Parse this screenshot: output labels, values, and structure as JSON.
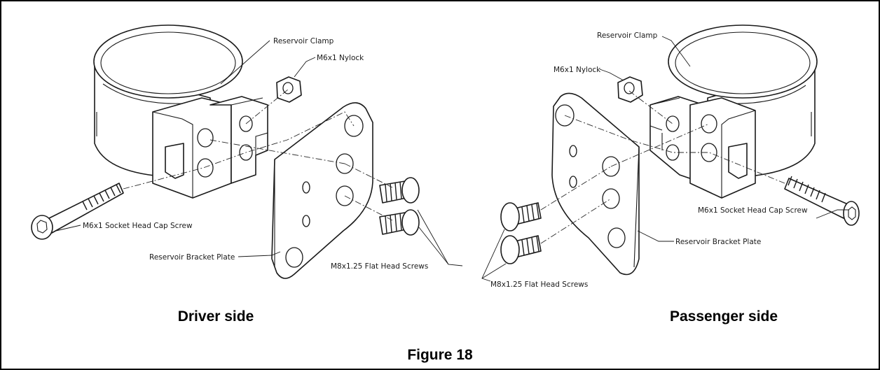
{
  "figure": {
    "caption": "Figure 18",
    "views": [
      {
        "caption": "Driver side",
        "labels": {
          "clamp": "Reservoir Clamp",
          "nut": "M6x1 Nylock",
          "cap_screw": "M6x1 Socket Head Cap Screw",
          "plate": "Reservoir Bracket Plate",
          "flat_screws": "M8x1.25 Flat Head Screws"
        }
      },
      {
        "caption": "Passenger side",
        "labels": {
          "clamp": "Reservoir Clamp",
          "nut": "M6x1 Nylock",
          "cap_screw": "M6x1 Socket Head Cap Screw",
          "plate": "Reservoir Bracket Plate",
          "flat_screws": "M8x1.25 Flat Head Screws"
        }
      }
    ]
  }
}
